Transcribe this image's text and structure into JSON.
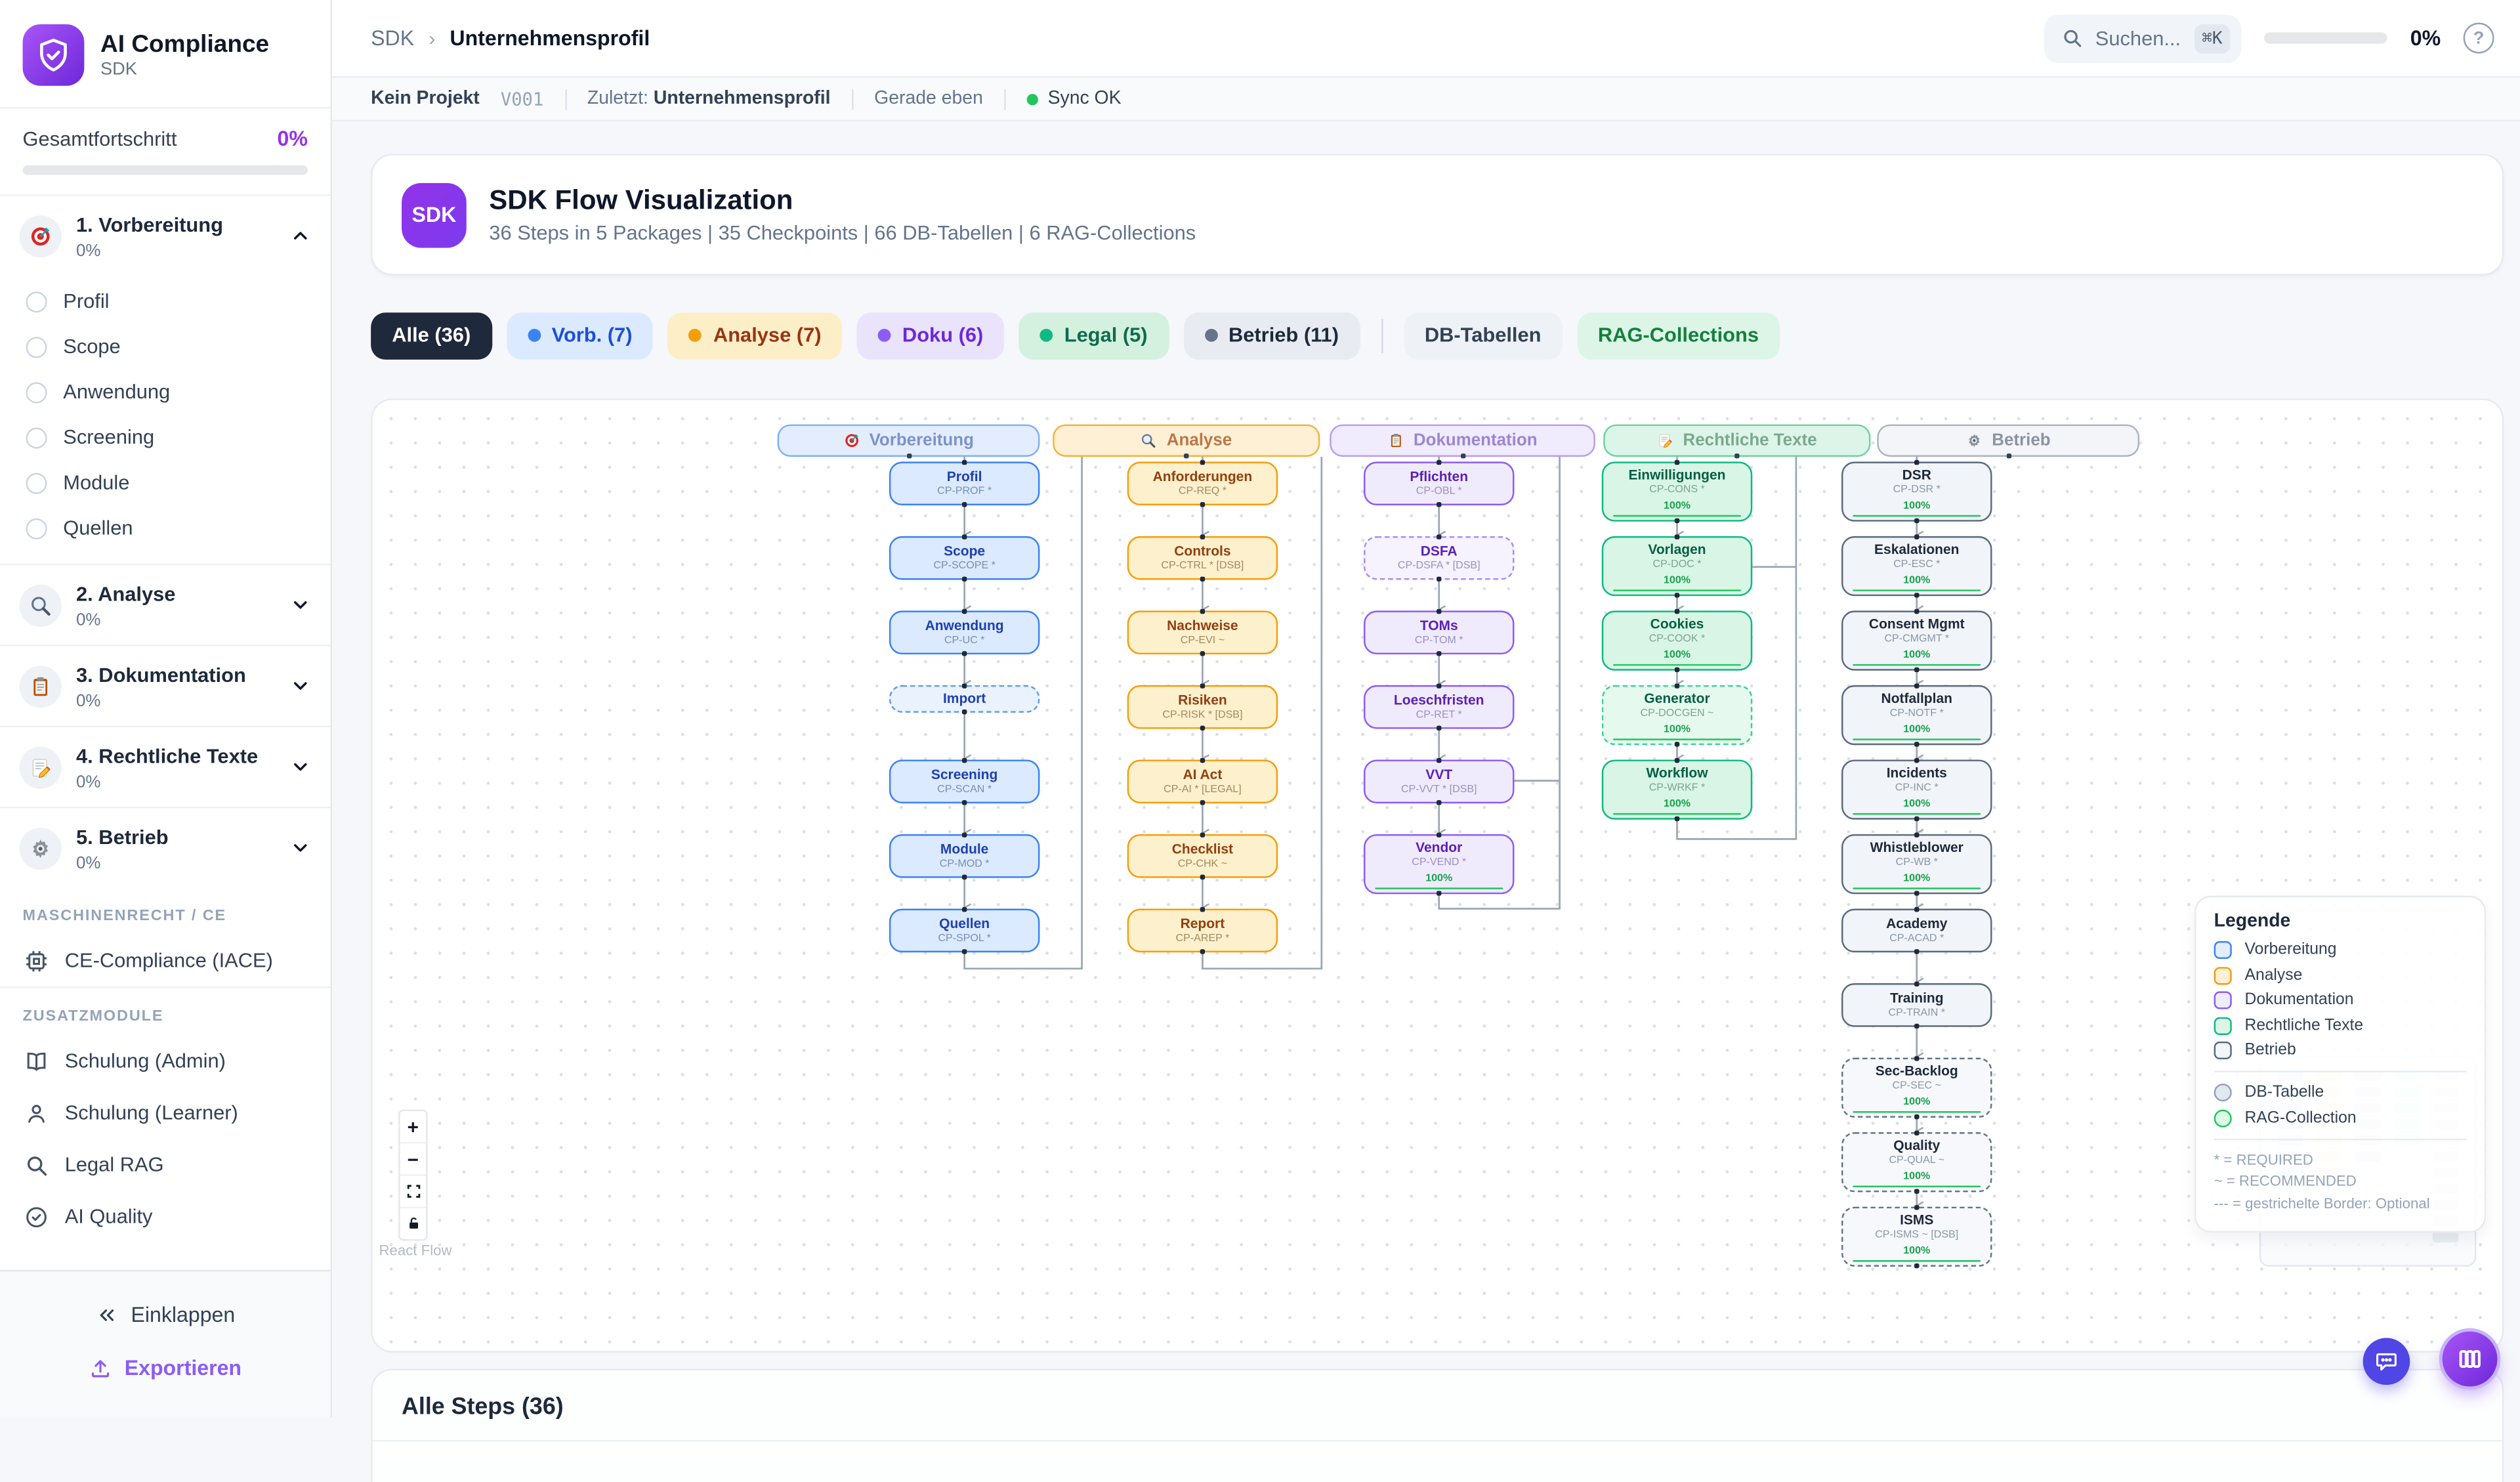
{
  "app": {
    "name": "AI Compliance",
    "subtitle": "SDK"
  },
  "sidebar": {
    "overall_label": "Gesamtfortschritt",
    "overall_value": "0%",
    "phases": [
      {
        "label": "1. Vorbereitung",
        "progress": "0%",
        "icon": "target-icon",
        "expanded": true,
        "items": [
          "Profil",
          "Scope",
          "Anwendung",
          "Screening",
          "Module",
          "Quellen"
        ]
      },
      {
        "label": "2. Analyse",
        "progress": "0%",
        "icon": "magnifier-icon",
        "expanded": false,
        "items": []
      },
      {
        "label": "3. Dokumentation",
        "progress": "0%",
        "icon": "clipboard-icon",
        "expanded": false,
        "items": []
      },
      {
        "label": "4. Rechtliche Texte",
        "progress": "0%",
        "icon": "memo-icon",
        "expanded": false,
        "items": []
      },
      {
        "label": "5. Betrieb",
        "progress": "0%",
        "icon": "gear-icon",
        "expanded": false,
        "items": []
      }
    ],
    "section_machinery": "MASCHINENRECHT / CE",
    "machinery_item": "CE-Compliance (IACE)",
    "section_addons": "ZUSATZMODULE",
    "addons": [
      {
        "label": "Schulung (Admin)",
        "icon": "book-icon"
      },
      {
        "label": "Schulung (Learner)",
        "icon": "user-icon"
      },
      {
        "label": "Legal RAG",
        "icon": "search-icon"
      },
      {
        "label": "AI Quality",
        "icon": "check-circle-icon"
      }
    ],
    "collapse_label": "Einklappen",
    "export_label": "Exportieren"
  },
  "topbar": {
    "breadcrumb_root": "SDK",
    "breadcrumb_current": "Unternehmensprofil",
    "search_placeholder": "Suchen...",
    "search_shortcut": "⌘K",
    "progress_value": "0%"
  },
  "statusbar": {
    "project": "Kein Projekt",
    "version": "V001",
    "last_label": "Zuletzt:",
    "last_value": "Unternehmensprofil",
    "time": "Gerade eben",
    "sync": "Sync OK",
    "sync_color": "#22c55e"
  },
  "flow_card": {
    "badge": "SDK",
    "title": "SDK Flow Visualization",
    "subtitle": "36 Steps in 5 Packages | 35 Checkpoints | 66 DB-Tabellen | 6 RAG-Collections"
  },
  "filters": [
    {
      "label": "Alle (36)",
      "active": true,
      "bg": "#1e293b",
      "text": "#ffffff",
      "dot": null
    },
    {
      "label": "Vorb. (7)",
      "bg": "#dbeafe",
      "text": "#1d4ed8",
      "dot": "#3b82f6"
    },
    {
      "label": "Analyse (7)",
      "bg": "#fcefc7",
      "text": "#9a3412",
      "dot": "#f59e0b"
    },
    {
      "label": "Doku (6)",
      "bg": "#e9e3fb",
      "text": "#6d28d9",
      "dot": "#8b5cf6"
    },
    {
      "label": "Legal (5)",
      "bg": "#d3f1de",
      "text": "#0f6b4f",
      "dot": "#10b981"
    },
    {
      "label": "Betrieb (11)",
      "bg": "#e8ecf2",
      "text": "#1e293b",
      "dot": "#64748b"
    }
  ],
  "extra_filters": [
    {
      "label": "DB-Tabellen",
      "bg": "#eef1f6",
      "text": "#334155"
    },
    {
      "label": "RAG-Collections",
      "bg": "#dcf5e7",
      "text": "#15803d"
    }
  ],
  "flow": {
    "packages": [
      {
        "key": "v",
        "label": "Vorbereitung",
        "icon": "target-icon",
        "colors": {
          "hBg": "#e3edfd",
          "hBorder": "#7fb0f5",
          "hText": "#7c93c8",
          "bg": "#dbeafe",
          "border": "#3b82f6",
          "title": "#1e40af",
          "code": "#7c8db0",
          "dashBg": "#eaf2fe",
          "dashBorder": "#5f9cf1"
        },
        "nodes": [
          {
            "title": "Profil",
            "code": "CP-PROF *"
          },
          {
            "title": "Scope",
            "code": "CP-SCOPE *"
          },
          {
            "title": "Anwendung",
            "code": "CP-UC *"
          },
          {
            "title": "Import",
            "code": null,
            "dashed": true
          },
          {
            "title": "Screening",
            "code": "CP-SCAN *"
          },
          {
            "title": "Module",
            "code": "CP-MOD *"
          },
          {
            "title": "Quellen",
            "code": "CP-SPOL *"
          }
        ]
      },
      {
        "key": "a",
        "label": "Analyse",
        "icon": "magnifier-icon",
        "colors": {
          "hBg": "#fdf0d5",
          "hBorder": "#f2b43c",
          "hText": "#bb7747",
          "bg": "#fdf0cd",
          "border": "#f59e0b",
          "title": "#92400e",
          "code": "#a08a5e",
          "dashBg": "#fef6e0",
          "dashBorder": "#f5b742"
        },
        "nodes": [
          {
            "title": "Anforderungen",
            "code": "CP-REQ *"
          },
          {
            "title": "Controls",
            "code": "CP-CTRL * [DSB]"
          },
          {
            "title": "Nachweise",
            "code": "CP-EVI ~"
          },
          {
            "title": "Risiken",
            "code": "CP-RISK * [DSB]"
          },
          {
            "title": "AI Act",
            "code": "CP-AI * [LEGAL]"
          },
          {
            "title": "Checklist",
            "code": "CP-CHK ~"
          },
          {
            "title": "Report",
            "code": "CP-AREP *"
          }
        ]
      },
      {
        "key": "d",
        "label": "Dokumentation",
        "icon": "clipboard-icon",
        "colors": {
          "hBg": "#f0ebfd",
          "hBorder": "#b79df2",
          "hText": "#9b86cf",
          "bg": "#f0ebfc",
          "border": "#8b5cf6",
          "title": "#5b21b6",
          "code": "#9b8fc0",
          "dashBg": "#f6f2fe",
          "dashBorder": "#a78bfa"
        },
        "nodes": [
          {
            "title": "Pflichten",
            "code": "CP-OBL *"
          },
          {
            "title": "DSFA",
            "code": "CP-DSFA * [DSB]",
            "dashed": true
          },
          {
            "title": "TOMs",
            "code": "CP-TOM *"
          },
          {
            "title": "Loeschfristen",
            "code": "CP-RET *"
          },
          {
            "title": "VVT",
            "code": "CP-VVT * [DSB]"
          },
          {
            "title": "Vendor",
            "code": "CP-VEND *",
            "progress": "100%"
          }
        ]
      },
      {
        "key": "l",
        "label": "Rechtliche Texte",
        "icon": "memo-icon",
        "colors": {
          "hBg": "#ddf5e8",
          "hBorder": "#6fd3a0",
          "hText": "#7aa98f",
          "bg": "#d8f5e5",
          "border": "#10b981",
          "title": "#065f46",
          "code": "#7fa392",
          "dashBg": "#e6f9ef",
          "dashBorder": "#34d399"
        },
        "nodes": [
          {
            "title": "Einwilligungen",
            "code": "CP-CONS *",
            "progress": "100%"
          },
          {
            "title": "Vorlagen",
            "code": "CP-DOC *",
            "progress": "100%"
          },
          {
            "title": "Cookies",
            "code": "CP-COOK *",
            "progress": "100%"
          },
          {
            "title": "Generator",
            "code": "CP-DOCGEN ~",
            "progress": "100%",
            "dashed": true
          },
          {
            "title": "Workflow",
            "code": "CP-WRKF *",
            "progress": "100%"
          }
        ]
      },
      {
        "key": "b",
        "label": "Betrieb",
        "icon": "gear-icon",
        "colors": {
          "hBg": "#f3f5f8",
          "hBorder": "#aab4c2",
          "hText": "#8b94a3",
          "bg": "#f1f4f8",
          "border": "#5b6b7f",
          "title": "#1e293b",
          "code": "#8b96a5",
          "dashBg": "#f6f8fb",
          "dashBorder": "#64748b"
        },
        "nodes": [
          {
            "title": "DSR",
            "code": "CP-DSR *",
            "progress": "100%"
          },
          {
            "title": "Eskalationen",
            "code": "CP-ESC *",
            "progress": "100%"
          },
          {
            "title": "Consent Mgmt",
            "code": "CP-CMGMT *",
            "progress": "100%"
          },
          {
            "title": "Notfallplan",
            "code": "CP-NOTF *",
            "progress": "100%"
          },
          {
            "title": "Incidents",
            "code": "CP-INC *",
            "progress": "100%"
          },
          {
            "title": "Whistleblower",
            "code": "CP-WB *",
            "progress": "100%"
          },
          {
            "title": "Academy",
            "code": "CP-ACAD *"
          },
          {
            "title": "Training",
            "code": "CP-TRAIN *"
          },
          {
            "title": "Sec-Backlog",
            "code": "CP-SEC ~",
            "progress": "100%",
            "dashed": true
          },
          {
            "title": "Quality",
            "code": "CP-QUAL ~",
            "progress": "100%",
            "dashed": true
          },
          {
            "title": "ISMS",
            "code": "CP-ISMS ~ [DSB]",
            "progress": "100%",
            "dashed": true
          }
        ]
      }
    ],
    "legend": {
      "title": "Legende",
      "package_labels": [
        "Vorbereitung",
        "Analyse",
        "Dokumentation",
        "Rechtliche Texte",
        "Betrieb"
      ],
      "db_label": "DB-Tabelle",
      "rag_label": "RAG-Collection",
      "rag_color": "#22c55e",
      "db_color": "#94a3b8",
      "notes": [
        "* = REQUIRED",
        "~ = RECOMMENDED",
        "--- = gestrichelte Border: Optional"
      ]
    },
    "controls": [
      "zoom-in",
      "zoom-out",
      "fit-view",
      "lock"
    ],
    "attribution": "React Flow"
  },
  "steps_panel": {
    "title": "Alle Steps (36)"
  }
}
